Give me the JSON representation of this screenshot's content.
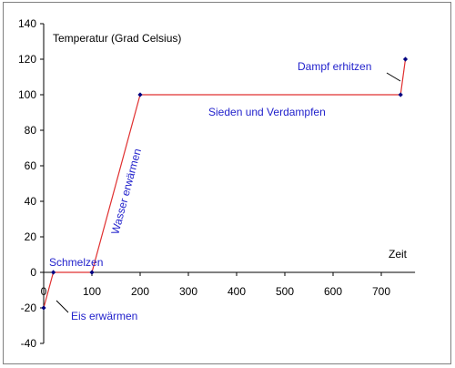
{
  "chart_data": {
    "type": "line",
    "title": "",
    "ylabel": "Temperatur (Grad Celsius)",
    "xlabel": "Zeit",
    "xlim": [
      0,
      770
    ],
    "ylim": [
      -40,
      140
    ],
    "x_ticks": [
      0,
      100,
      200,
      300,
      400,
      500,
      600,
      700
    ],
    "y_ticks": [
      -40,
      -20,
      0,
      20,
      40,
      60,
      80,
      100,
      120,
      140
    ],
    "grid": false,
    "legend": "none",
    "series": [
      {
        "x": [
          0,
          20,
          100,
          200,
          740,
          750
        ],
        "y": [
          -20,
          0,
          0,
          100,
          100,
          120
        ],
        "line_color": "#e03030",
        "marker_color": "#000080"
      }
    ],
    "annotations": [
      {
        "text": "Eis erwärmen"
      },
      {
        "text": "Schmelzen"
      },
      {
        "text": "Wasser erwärmen"
      },
      {
        "text": "Sieden und Verdampfen"
      },
      {
        "text": "Dampf erhitzen"
      }
    ],
    "annotation_color": "#2222cc"
  }
}
